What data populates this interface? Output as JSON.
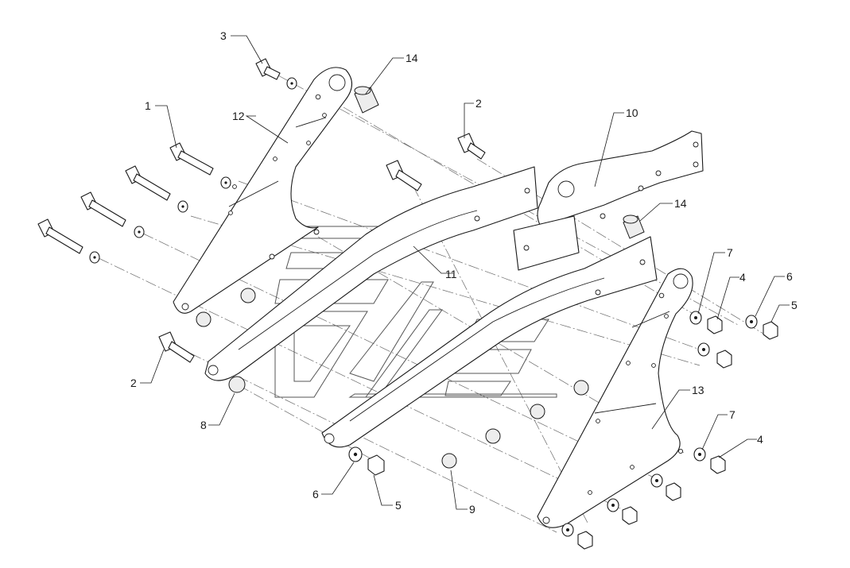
{
  "callouts": [
    {
      "label": "1"
    },
    {
      "label": "2"
    },
    {
      "label": "2"
    },
    {
      "label": "3"
    },
    {
      "label": "4"
    },
    {
      "label": "4"
    },
    {
      "label": "5"
    },
    {
      "label": "5"
    },
    {
      "label": "6"
    },
    {
      "label": "6"
    },
    {
      "label": "7"
    },
    {
      "label": "7"
    },
    {
      "label": "8"
    },
    {
      "label": "9"
    },
    {
      "label": "10"
    },
    {
      "label": "11"
    },
    {
      "label": "12"
    },
    {
      "label": "13"
    },
    {
      "label": "14"
    },
    {
      "label": "14"
    }
  ],
  "colors": {
    "line": "#1a1a1a",
    "centerline": "#6a6a6a",
    "background": "#ffffff"
  }
}
